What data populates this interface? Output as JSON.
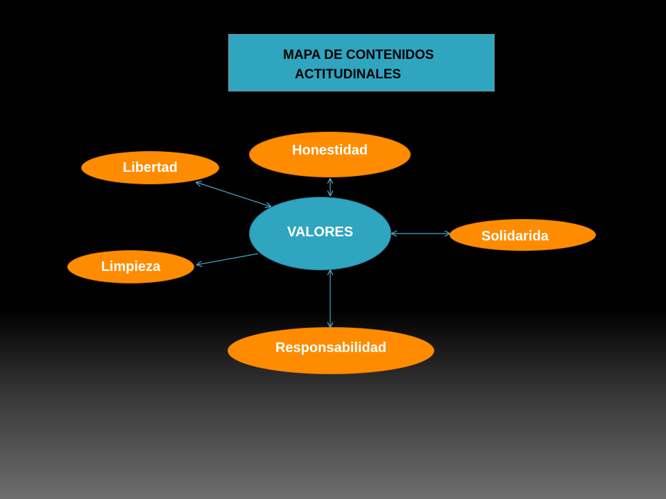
{
  "title": {
    "line1": "MAPA DE CONTENIDOS",
    "line2": "ACTITUDINALES"
  },
  "center": {
    "label": "VALORES"
  },
  "nodes": {
    "honestidad": "Honestidad",
    "libertad": "Libertad",
    "solidaridad": "Solidarida",
    "limpieza": "Limpieza",
    "responsabilidad": "Responsabilidad"
  },
  "colors": {
    "title_fill": "#2fa5bf",
    "center_fill": "#2fa5bf",
    "node_fill": "#ff8c00",
    "arrow": "#4aa8c8"
  }
}
